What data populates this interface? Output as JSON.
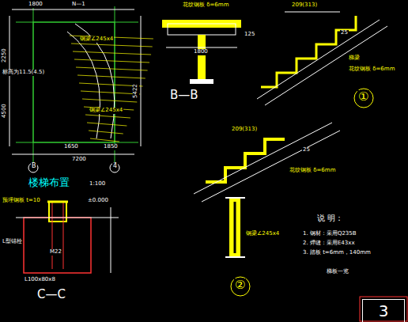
{
  "diagram": {
    "nodes": [
      {
        "text": [
          "3"
        ]
      }
    ],
    "labels": [
      "1800",
      "N—1",
      "2250",
      "标高为11.5(4.5)",
      "4500",
      "钢梁∠245x4",
      "钢梁∠245x4",
      "5422",
      "1650",
      "1850",
      "7200",
      "B",
      "4",
      "楼梯布置",
      "1:100",
      "预埋钢板 t=10",
      "±0.000",
      "M22",
      "L型锚栓",
      "L100x80x8",
      "C—C",
      "花纹钢板 δ=6mm",
      "125",
      "1800",
      "B—B",
      "209(313)",
      "25",
      "梯梁",
      "花纹钢板 δ=6mm",
      "①",
      "209(313)",
      "25",
      "花纹钢板 δ=6mm",
      "钢梁∠245x4",
      "②",
      "说  明：",
      "1. 钢材：采用Q235B",
      "2. 焊缝：采用E43xx",
      "3. 踏板 t=6mm，140mm",
      "梯板一览"
    ]
  }
}
